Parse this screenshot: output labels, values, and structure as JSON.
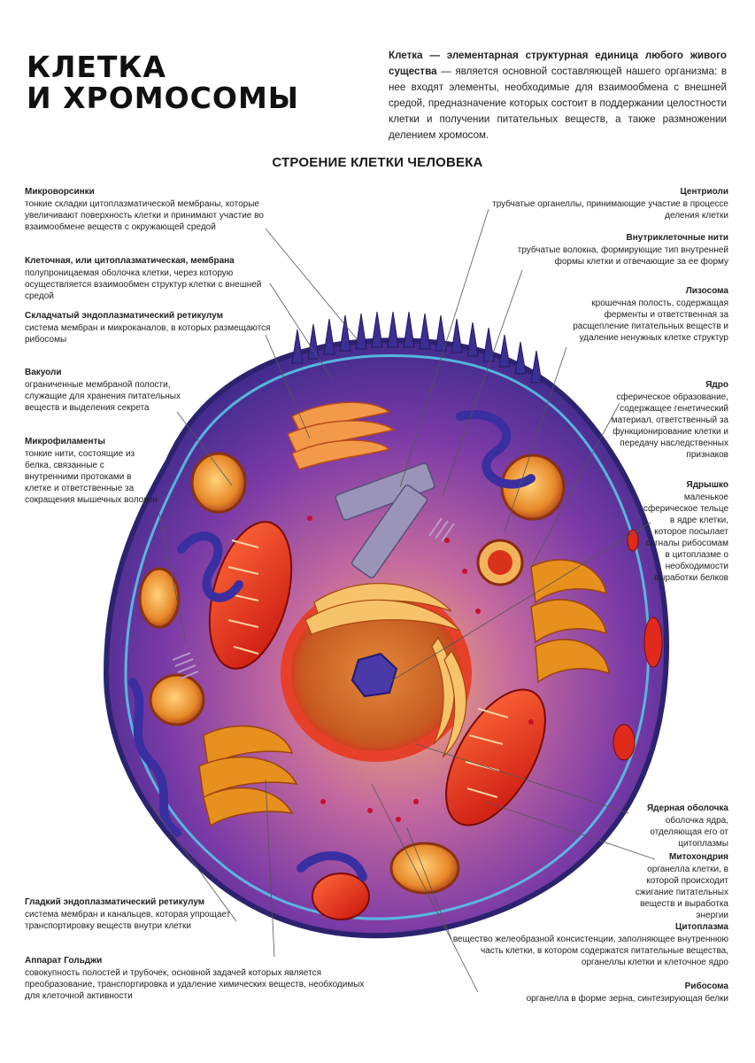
{
  "title": {
    "line1": "КЛЕТКА",
    "line2": "И ХРОМОСОМЫ"
  },
  "intro": {
    "lead": "Клетка — элементарная структурная единица любого живого существа",
    "body": " — является основной составляющей нашего организма: в нее входят элементы, необходимые для взаимообмена с внешней средой, предназначение которых состоит в поддержании целостности клетки и получении питательных веществ, а также размножении делением хромосом."
  },
  "subtitle": "СТРОЕНИЕ КЛЕТКИ ЧЕЛОВЕКА",
  "left_labels": [
    {
      "heading": "Микроворсинки",
      "desc": "тонкие складки цитоплазматической мембраны, которые увеличивают поверхность клетки и принимают участие во взаимообмене веществ с окружающей средой"
    },
    {
      "heading": "Клеточная, или цитоплазматическая, мембрана",
      "desc": "полупроницаемая оболочка клетки, через которую осуществляется взаимообмен структур клетки с внешней средой"
    },
    {
      "heading": "Складчатый эндоплазматический ретикулум",
      "desc": "система мембран и микроканалов, в которых размещаются рибосомы"
    },
    {
      "heading": "Вакуоли",
      "desc": "ограниченные мембраной полости, служащие для хранения питательных веществ и выделения секрета"
    },
    {
      "heading": "Микрофиламенты",
      "desc": "тонкие нити, состоящие из белка, связанные с внутренними протоками в клетке и ответственные за сокращения мышечных волокон"
    },
    {
      "heading": "Гладкий эндоплазматический ретикулум",
      "desc": "система мембран и канальцев, которая упрощает транспортировку веществ внутри клетки"
    },
    {
      "heading": "Аппарат Гольджи",
      "desc": "совокупность полостей и трубочек, основной задачей которых является преобразование, транспортировка и удаление химических веществ, необходимых для клеточной активности"
    }
  ],
  "right_labels": [
    {
      "heading": "Центриоли",
      "desc": "трубчатые органеллы, принимающие участие в процессе деления клетки"
    },
    {
      "heading": "Внутриклеточные нити",
      "desc": "трубчатые волокна, формирующие тип внутренней формы клетки и отвечающие за ее форму"
    },
    {
      "heading": "Лизосома",
      "desc": "крошечная полость, содержащая ферменты и ответственная за расщепление питательных веществ и удаление ненужных клетке структур"
    },
    {
      "heading": "Ядро",
      "desc": "сферическое образование, содержащее генетический материал, ответственный за функционирование клетки и передачу наследственных признаков"
    },
    {
      "heading": "Ядрышко",
      "desc": "маленькое сферическое тельце в ядре клетки, которое посылает сигналы рибосомам в цитоплазме о необходимости выработки белков"
    },
    {
      "heading": "Ядерная оболочка",
      "desc": "оболочка ядра, отделяющая его от цитоплазмы"
    },
    {
      "heading": "Митохондрия",
      "desc": "органелла клетки, в которой происходит сжигание питательных веществ и выработка энергии"
    },
    {
      "heading": "Цитоплазма",
      "desc": "вещество желеобразной консистенции, заполняющее внутреннюю часть клетки, в котором содержатся питательные вещества, органеллы клетки и клеточное ядро"
    },
    {
      "heading": "Рибосома",
      "desc": "органелла в форме зерна, синтезирующая белки"
    }
  ],
  "colors": {
    "membrane": "#4a2a8c",
    "cytoplasm": "#7b3fa8",
    "mitochondria": "#e0321c",
    "nucleus": "#d8762a",
    "golgi": "#e8901e",
    "er_smooth": "#3a2fa0",
    "text": "#222222"
  }
}
